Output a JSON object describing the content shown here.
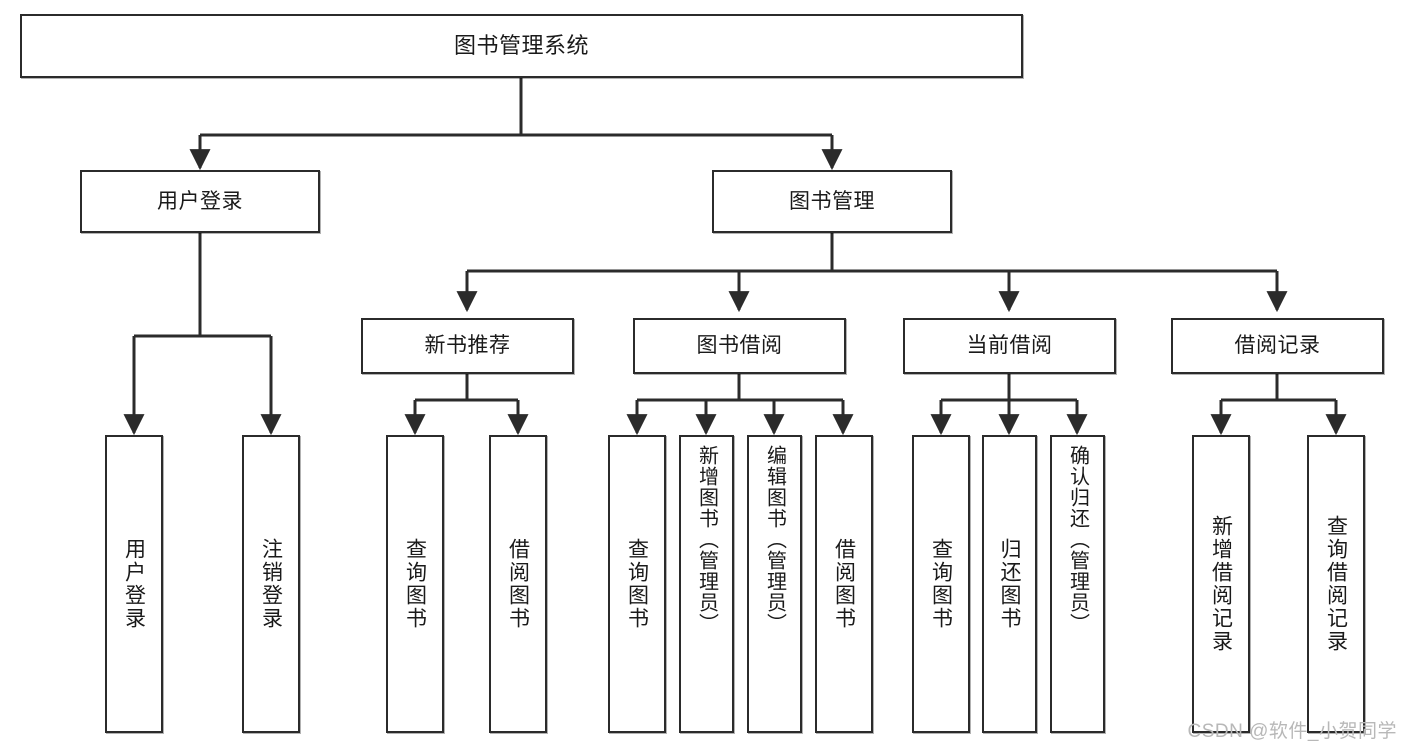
{
  "diagram": {
    "title": "图书管理系统",
    "type": "tree",
    "colors": {
      "stroke": "#2b2b2b",
      "fill": "#ffffff",
      "text": "#1a1a1a",
      "watermark": "#b8b8b8"
    },
    "watermark": "CSDN @软件_小贺同学",
    "nodes": {
      "root": {
        "label": "图书管理系统"
      },
      "level2": [
        {
          "label": "用户登录"
        },
        {
          "label": "图书管理"
        }
      ],
      "level3": [
        {
          "label": "新书推荐"
        },
        {
          "label": "图书借阅"
        },
        {
          "label": "当前借阅"
        },
        {
          "label": "借阅记录"
        }
      ],
      "leaves": {
        "user_login": [
          {
            "label": "用户登录"
          },
          {
            "label": "注销登录"
          }
        ],
        "new_book_recommend": [
          {
            "label": "查询图书"
          },
          {
            "label": "借阅图书"
          }
        ],
        "book_borrow": [
          {
            "label": "查询图书"
          },
          {
            "label": "新增图书（管理员）"
          },
          {
            "label": "编辑图书（管理员）"
          },
          {
            "label": "借阅图书"
          }
        ],
        "current_borrow": [
          {
            "label": "查询图书"
          },
          {
            "label": "归还图书"
          },
          {
            "label": "确认归还（管理员）"
          }
        ],
        "borrow_records": [
          {
            "label": "新增借阅记录"
          },
          {
            "label": "查询借阅记录"
          }
        ]
      }
    }
  }
}
